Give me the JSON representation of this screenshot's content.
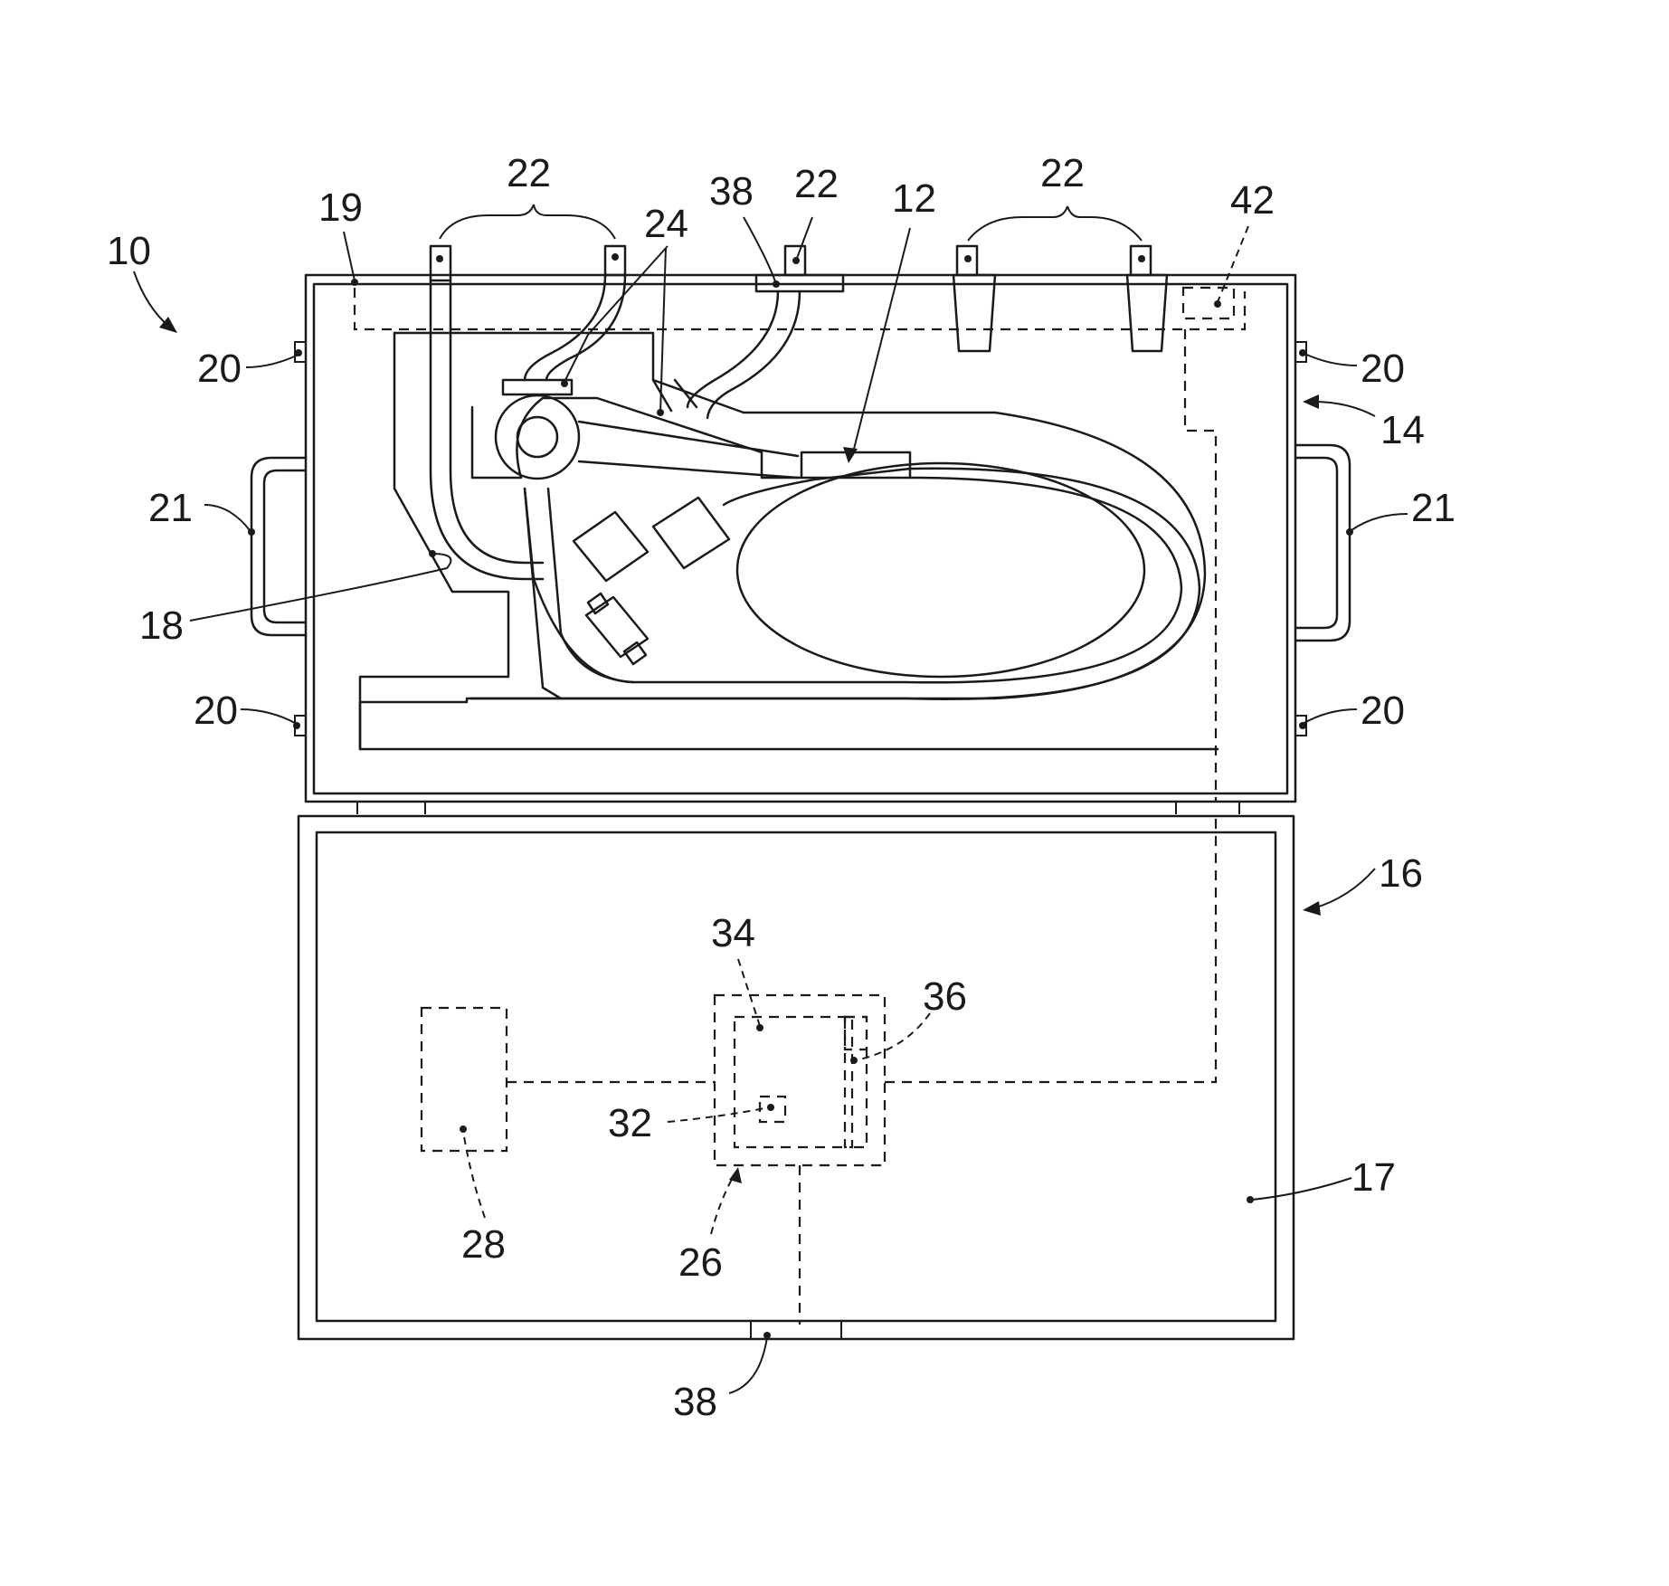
{
  "figure": {
    "refs": {
      "r10": "10",
      "r12": "12",
      "r14": "14",
      "r16": "16",
      "r17": "17",
      "r18": "18",
      "r19": "19",
      "r20": "20",
      "r21": "21",
      "r22": "22",
      "r24": "24",
      "r26": "26",
      "r28": "28",
      "r32": "32",
      "r34": "34",
      "r36": "36",
      "r38": "38",
      "r42": "42"
    }
  },
  "colors": {
    "ink": "#1a1a1a",
    "paper": "#ffffff"
  }
}
